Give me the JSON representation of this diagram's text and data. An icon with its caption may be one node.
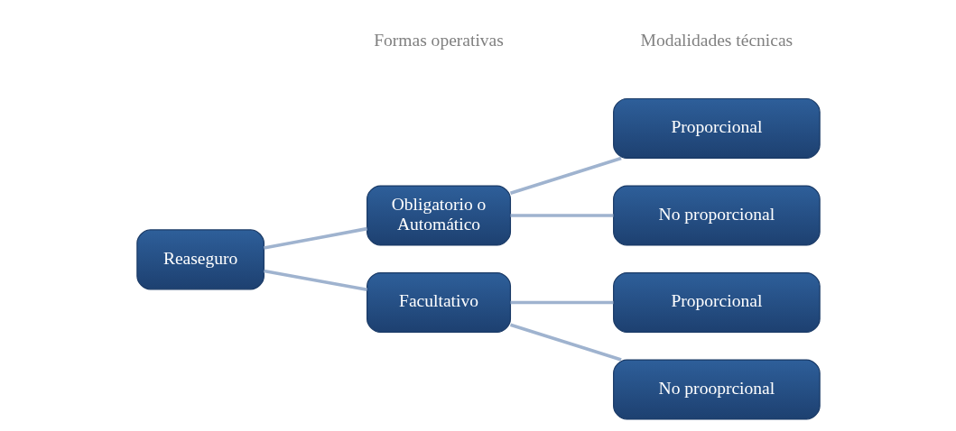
{
  "diagram": {
    "nodes": [
      {
        "text": [
          "Reaseguro"
        ]
      },
      {
        "text": [
          "Obligatorio o Automático"
        ]
      },
      {
        "text": [
          "Facultativo"
        ]
      },
      {
        "text": [
          "Proporcional"
        ]
      },
      {
        "text": [
          "No proporcional"
        ]
      },
      {
        "text": [
          "Proporcional"
        ]
      },
      {
        "text": [
          "No prooprcional"
        ]
      }
    ],
    "edges": [
      {
        "from": 0,
        "to": 1,
        "arrow": "none"
      },
      {
        "from": 0,
        "to": 2,
        "arrow": "none"
      },
      {
        "from": 1,
        "to": 3,
        "arrow": "none"
      },
      {
        "from": 1,
        "to": 4,
        "arrow": "none"
      },
      {
        "from": 2,
        "to": 5,
        "arrow": "none"
      },
      {
        "from": 2,
        "to": 6,
        "arrow": "none"
      }
    ],
    "labels": [
      "Formas operativas",
      "Modalidades técnicas"
    ]
  }
}
